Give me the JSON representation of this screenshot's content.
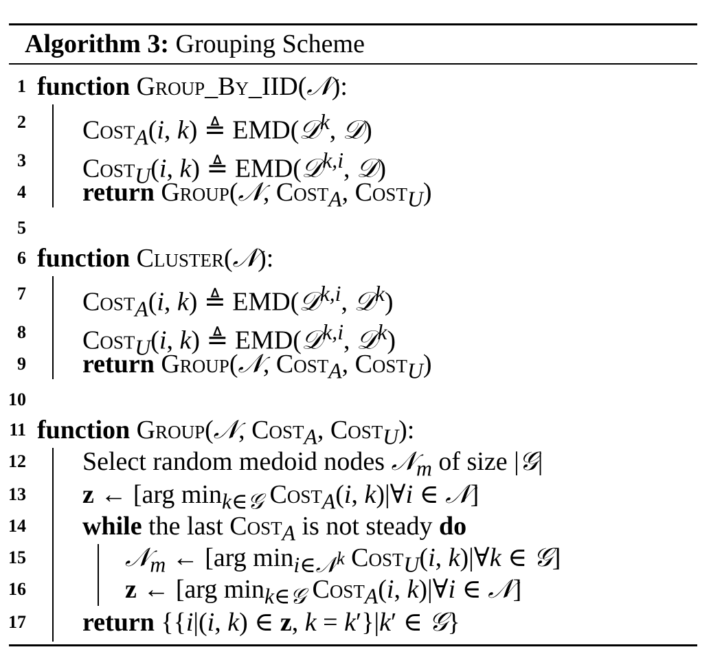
{
  "algorithm": {
    "label": "Algorithm 3:",
    "title": "Grouping Scheme"
  },
  "lines": [
    {
      "num": "1",
      "text": "function Group_By_IID(𝒩):"
    },
    {
      "num": "2",
      "text": "Cost_A(i, k) ≜ EMD(𝒟^k, 𝒟)"
    },
    {
      "num": "3",
      "text": "Cost_U(i, k) ≜ EMD(𝒟^{k,i}, 𝒟)"
    },
    {
      "num": "4",
      "text": "return Group(𝒩, Cost_A, Cost_U)"
    },
    {
      "num": "5",
      "text": ""
    },
    {
      "num": "6",
      "text": "function Cluster(𝒩):"
    },
    {
      "num": "7",
      "text": "Cost_A(i, k) ≜ EMD(𝒟^{k,i}, 𝒟^k)"
    },
    {
      "num": "8",
      "text": "Cost_U(i, k) ≜ EMD(𝒟^{k,i}, 𝒟^k)"
    },
    {
      "num": "9",
      "text": "return Group(𝒩, Cost_A, Cost_U)"
    },
    {
      "num": "10",
      "text": ""
    },
    {
      "num": "11",
      "text": "function Group(𝒩, Cost_A, Cost_U):"
    },
    {
      "num": "12",
      "text": "Select random medoid nodes 𝒩_m of size |𝒢|"
    },
    {
      "num": "13",
      "text": "z ← [arg min_{k∈𝒢} Cost_A(i, k)|∀i ∈ 𝒩]"
    },
    {
      "num": "14",
      "text": "while the last Cost_A is not steady do"
    },
    {
      "num": "15",
      "text": "𝒩_m ← [arg min_{i∈𝒩^k} Cost_U(i, k)|∀k ∈ 𝒢]"
    },
    {
      "num": "16",
      "text": "z ← [arg min_{k∈𝒢} Cost_A(i, k)|∀i ∈ 𝒩]"
    },
    {
      "num": "17",
      "text": "return {{i|(i, k) ∈ z, k = k′}|k′ ∈ 𝒢}"
    }
  ]
}
